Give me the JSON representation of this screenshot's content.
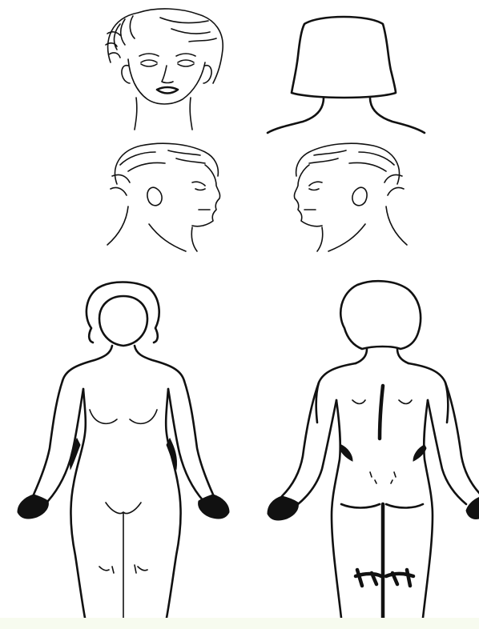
{
  "figure": {
    "kind": "body-outline-chart",
    "panels": [
      {
        "id": "head-front",
        "view": "front"
      },
      {
        "id": "head-back",
        "view": "back"
      },
      {
        "id": "head-right-profile",
        "view": "right"
      },
      {
        "id": "head-left-profile",
        "view": "left"
      },
      {
        "id": "body-front",
        "view": "front"
      },
      {
        "id": "body-back",
        "view": "back"
      }
    ],
    "ink_color": "#111111",
    "background_color": "#ffffff",
    "bottom_band_color": "#f7fbef"
  }
}
